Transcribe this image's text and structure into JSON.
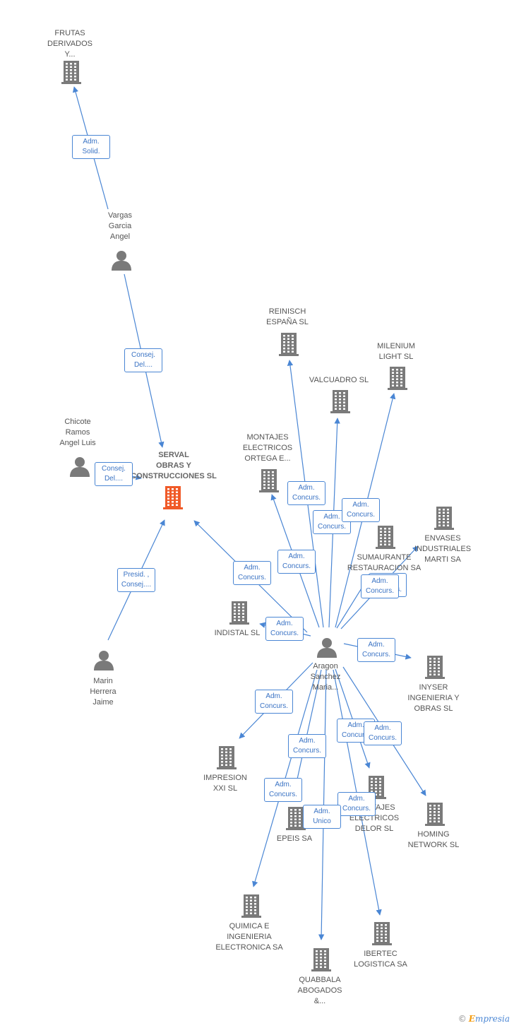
{
  "colors": {
    "edge": "#4a86d4",
    "building": "#7a7a7a",
    "building_focus": "#f05a28",
    "person": "#7a7a7a"
  },
  "center_node": "serval",
  "nodes": [
    {
      "id": "frutas",
      "type": "company",
      "label": "FRUTAS\nDERIVADOS\nY..."
    },
    {
      "id": "vargas",
      "type": "person",
      "label": "Vargas\nGarcia\nAngel"
    },
    {
      "id": "chicote",
      "type": "person",
      "label": "Chicote\nRamos\nAngel Luis"
    },
    {
      "id": "serval",
      "type": "company",
      "label": "SERVAL\nOBRAS Y\nCONSTRUCCIONES SL"
    },
    {
      "id": "marin",
      "type": "person",
      "label": "Marin\nHerrera\nJaime"
    },
    {
      "id": "reinisch",
      "type": "company",
      "label": "REINISCH\nESPAÑA SL"
    },
    {
      "id": "milenium",
      "type": "company",
      "label": "MILENIUM\nLIGHT SL"
    },
    {
      "id": "valcuadro",
      "type": "company",
      "label": "VALCUADRO SL"
    },
    {
      "id": "montajes_ortega",
      "type": "company",
      "label": "MONTAJES\nELECTRICOS\nORTEGA E..."
    },
    {
      "id": "envases",
      "type": "company",
      "label": "ENVASES\nINDUSTRIALES\nMARTI SA"
    },
    {
      "id": "sumaurante",
      "type": "company",
      "label": "SUMAURANTE\nRESTAURACION SA"
    },
    {
      "id": "indistal",
      "type": "company",
      "label": "INDISTAL SL"
    },
    {
      "id": "aragon",
      "type": "person",
      "label": "Aragon\nSanchez\nMaria..."
    },
    {
      "id": "inyser",
      "type": "company",
      "label": "INYSER\nINGENIERIA Y\nOBRAS SL"
    },
    {
      "id": "impresion",
      "type": "company",
      "label": "IMPRESION\nXXI SL"
    },
    {
      "id": "montajes_delor",
      "type": "company",
      "label": "MONTAJES\nELECTRICOS\nDELOR SL"
    },
    {
      "id": "homing",
      "type": "company",
      "label": "HOMING\nNETWORK SL"
    },
    {
      "id": "epeis",
      "type": "company",
      "label": "EPEIS SA"
    },
    {
      "id": "quimica",
      "type": "company",
      "label": "QUIMICA E\nINGENIERIA\nELECTRONICA SA"
    },
    {
      "id": "ibertec",
      "type": "company",
      "label": "IBERTEC\nLOGISTICA SA"
    },
    {
      "id": "quabbala",
      "type": "company",
      "label": "QUABBALA\nABOGADOS\n&..."
    }
  ],
  "edges": [
    {
      "from": "vargas",
      "to": "frutas",
      "label": "Adm.\nSolid."
    },
    {
      "from": "vargas",
      "to": "serval",
      "label": "Consej.\nDel...."
    },
    {
      "from": "chicote",
      "to": "serval",
      "label": "Consej.\nDel...."
    },
    {
      "from": "marin",
      "to": "serval",
      "label": "Presid. ,\nConsej...."
    },
    {
      "from": "aragon",
      "to": "serval",
      "label": "Adm.\nConcurs."
    },
    {
      "from": "aragon",
      "to": "reinisch",
      "label": "Adm.\nConcurs."
    },
    {
      "from": "aragon",
      "to": "valcuadro",
      "label": "Adm.\nConcurs."
    },
    {
      "from": "aragon",
      "to": "milenium",
      "label": "Adm.\nConcurs."
    },
    {
      "from": "aragon",
      "to": "montajes_ortega",
      "label": "Adm.\nConcurs."
    },
    {
      "from": "aragon",
      "to": "envases",
      "label": "Adm.\nConcurs."
    },
    {
      "from": "aragon",
      "to": "sumaurante",
      "label": "Adm.\nConcurs."
    },
    {
      "from": "aragon",
      "to": "indistal",
      "label": "Adm.\nConcurs."
    },
    {
      "from": "aragon",
      "to": "inyser",
      "label": "Adm.\nConcurs."
    },
    {
      "from": "aragon",
      "to": "impresion",
      "label": "Adm.\nConcurs."
    },
    {
      "from": "aragon",
      "to": "montajes_delor",
      "label": "Adm.\nConcurs."
    },
    {
      "from": "aragon",
      "to": "homing",
      "label": "Adm.\nConcurs."
    },
    {
      "from": "aragon",
      "to": "epeis",
      "label": "Adm.\nConcurs."
    },
    {
      "from": "aragon",
      "to": "quimica",
      "label": "Adm.\nConcurs."
    },
    {
      "from": "aragon",
      "to": "ibertec",
      "label": "Adm.\nConcurs."
    },
    {
      "from": "aragon",
      "to": "quabbala",
      "label": "Adm.\nUnico"
    }
  ],
  "footer": {
    "copyright": "©",
    "brand_first": "E",
    "brand_rest": "mpresia"
  }
}
